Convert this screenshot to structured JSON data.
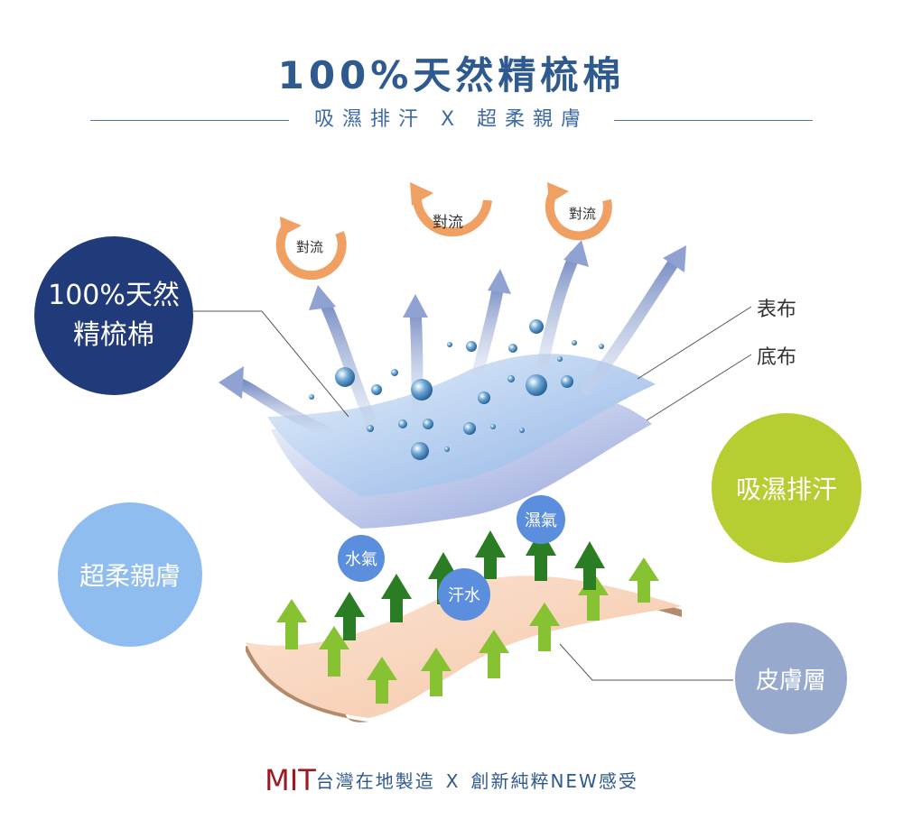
{
  "header": {
    "title": "100%天然精梳棉",
    "subtitle": "吸濕排汗 X 超柔親膚"
  },
  "circles": {
    "cotton": [
      "100%天然",
      "精梳棉"
    ],
    "soft": "超柔親膚",
    "wicking": "吸濕排汗",
    "skin": "皮膚層"
  },
  "layers": {
    "outer": "表布",
    "inner": "底布"
  },
  "convection": [
    "對流",
    "對流",
    "對流"
  ],
  "bubbles": {
    "vapor": "水氣",
    "humidity": "濕氣",
    "sweat": "汗水"
  },
  "footer": {
    "mit": "MIT",
    "part1": "台灣在地製造",
    "x": "X",
    "part2": "創新純粹NEW感受"
  },
  "colors": {
    "title": "#2f5a8f",
    "cotton_circle": "#213a7a",
    "soft_circle": "#8fbdf0",
    "wicking_circle": "#b7cd32",
    "skin_circle": "#97aace",
    "bubble": "#5b8fdd",
    "mit": "#9a1c22",
    "convection": "#f0a062",
    "arrow_green_light": "#86c232",
    "arrow_green_dark": "#2a7d23"
  }
}
